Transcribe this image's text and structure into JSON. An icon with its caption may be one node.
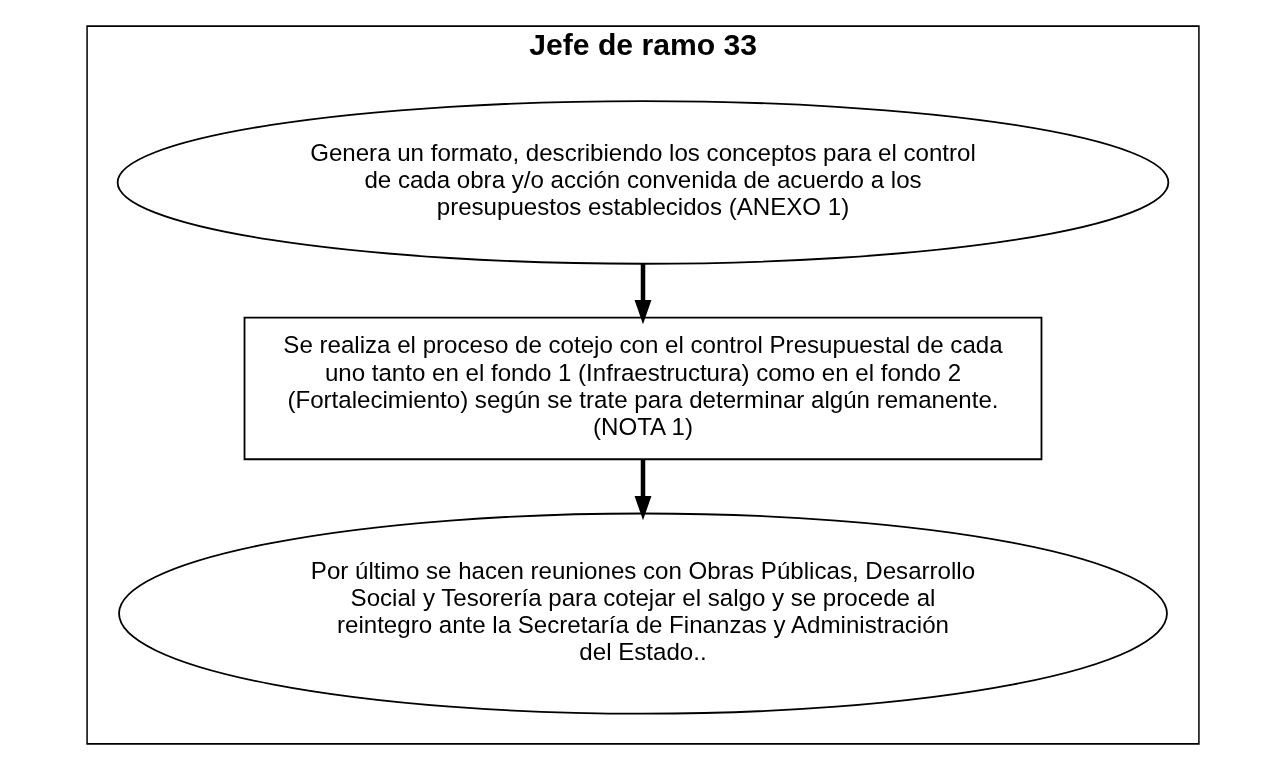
{
  "diagram": {
    "nodes": [
      {
        "text": [
          "Jefe de ramo 33"
        ]
      },
      {
        "text": [
          "Genera un formato, describiendo los conceptos para el control de cada obra y/o acción convenida de acuerdo a los presupuestos establecidos (ANEXO 1)"
        ],
        "in": 0
      },
      {
        "text": [
          "Se realiza el proceso de cotejo con el control Presupuestal de cada uno tanto en el fondo 1 (Infraestructura) como en el fondo 2 (Fortalecimiento) según se trate para determinar algún remanente. (NOTA 1)"
        ],
        "in": 0
      },
      {
        "text": [
          "Por último se hacen reuniones con Obras Públicas, Desarrollo Social y Tesorería para cotejar el salgo y se procede al reintegro ante la Secretaría de Finanzas y Administración del Estado.."
        ],
        "in": 0
      }
    ],
    "edges": [
      {
        "from": 1,
        "to": 2,
        "arrow": "to"
      },
      {
        "from": 2,
        "to": 3,
        "arrow": "to"
      }
    ]
  }
}
